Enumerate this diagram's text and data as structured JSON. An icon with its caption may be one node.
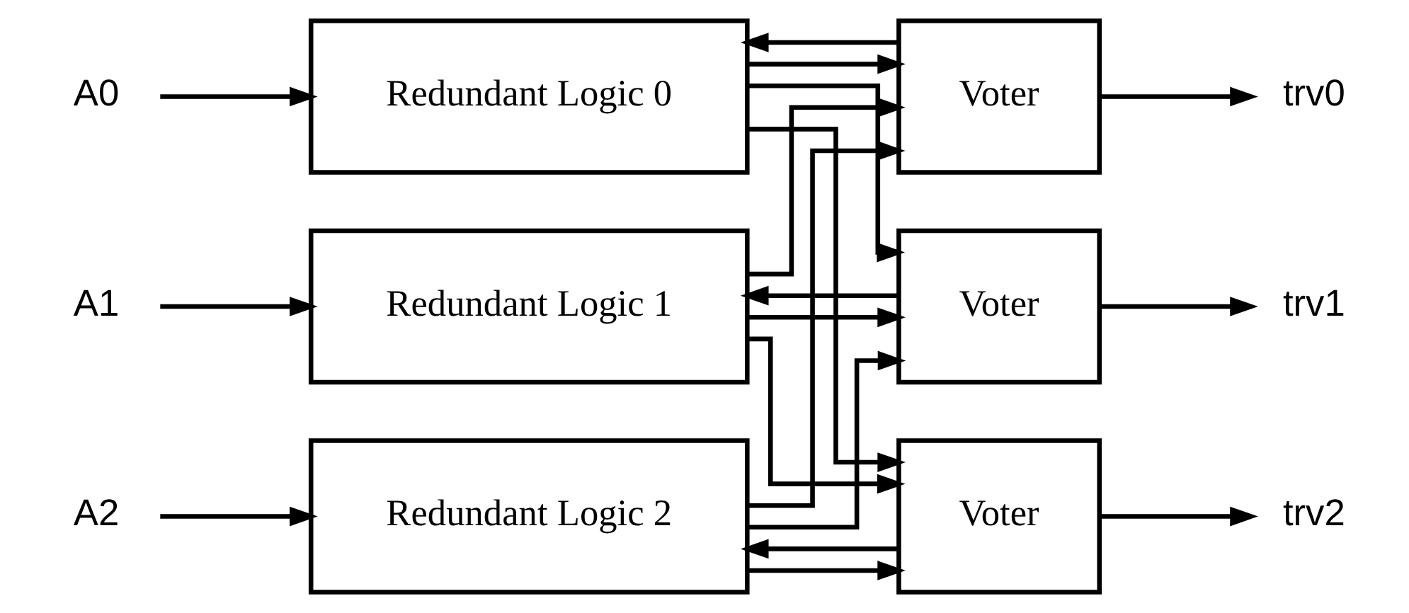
{
  "diagram": {
    "nodes": [
      {
        "text": [
          "Redundant Logic 0"
        ]
      },
      {
        "text": [
          "Voter"
        ]
      },
      {
        "text": [
          "trv0"
        ]
      },
      {
        "text": [
          "A0"
        ]
      },
      {
        "text": [
          "Redundant Logic 1"
        ]
      },
      {
        "text": [
          "Voter"
        ]
      },
      {
        "text": [
          "trv1"
        ]
      },
      {
        "text": [
          "A1"
        ]
      },
      {
        "text": [
          "Redundant Logic 2"
        ]
      },
      {
        "text": [
          "Voter"
        ]
      },
      {
        "text": [
          "trv2"
        ]
      },
      {
        "text": [
          "A2"
        ]
      }
    ],
    "edges": [
      {
        "from": 3,
        "to": 0,
        "arrow": "to"
      },
      {
        "from": 7,
        "to": 4,
        "arrow": "to"
      },
      {
        "from": 11,
        "to": 8,
        "arrow": "to"
      },
      {
        "from": 0,
        "to": 1,
        "arrow": "to"
      },
      {
        "from": 0,
        "to": 5,
        "arrow": "to"
      },
      {
        "from": 0,
        "to": 9,
        "arrow": "to"
      },
      {
        "from": 4,
        "to": 1,
        "arrow": "to"
      },
      {
        "from": 4,
        "to": 5,
        "arrow": "to"
      },
      {
        "from": 4,
        "to": 9,
        "arrow": "to"
      },
      {
        "from": 8,
        "to": 1,
        "arrow": "to"
      },
      {
        "from": 8,
        "to": 5,
        "arrow": "to"
      },
      {
        "from": 8,
        "to": 9,
        "arrow": "to"
      },
      {
        "from": 1,
        "to": 2,
        "arrow": "to"
      },
      {
        "from": 5,
        "to": 6,
        "arrow": "to"
      },
      {
        "from": 9,
        "to": 10,
        "arrow": "to"
      },
      {
        "from": 1,
        "to": 0,
        "arrow": "to"
      },
      {
        "from": 5,
        "to": 4,
        "arrow": "to"
      },
      {
        "from": 9,
        "to": 8,
        "arrow": "to"
      }
    ]
  }
}
